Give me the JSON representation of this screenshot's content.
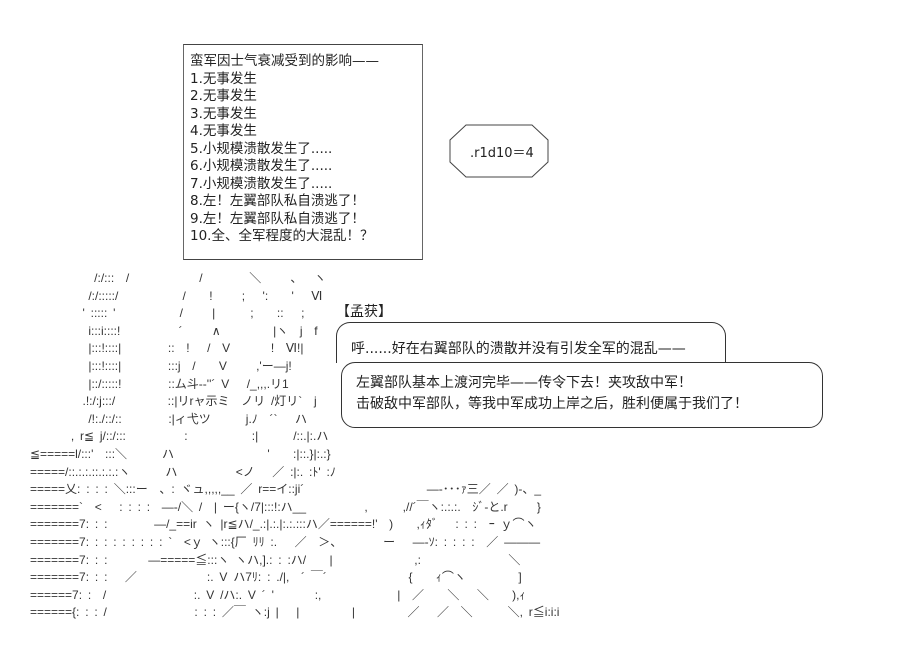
{
  "table_box": {
    "title": "蛮军因士气衰减受到的影响——",
    "items": [
      "1.无事发生",
      "2.无事发生",
      "3.无事发生",
      "4.无事发生",
      "5.小规模溃散发生了.....",
      "6.小规模溃散发生了.....",
      "7.小规模溃散发生了.....",
      "8.左！左翼部队私自溃逃了！",
      "9.左！左翼部队私自溃逃了！",
      "10.全、全军程度的大混乱！？"
    ]
  },
  "dice": {
    "text": ".r1d10＝4"
  },
  "speaker": "【孟获】",
  "bubble1": {
    "line": "呼......好在右翼部队的溃散并没有引发全军的混乱——"
  },
  "bubble2": {
    "lines": [
      "左翼部队基本上渡河完毕——传令下去！夹攻敌中军！",
      "击破敌中军部队，等我中军成功上岸之后，胜利便属于我们了！"
    ]
  },
  "art": {
    "lines": [
      "           /:/:::  /            /        ＼     、  ヽ",
      "          /:/:::::/           /    !     ;   ':    '   Ⅵ",
      "         ' ::::: '           /     |      ;    ::   ;",
      "          i:::i::::!          ´     ∧         |ヽ  j  f",
      "          |:::!::::|        ::  !   /  V       !  Ⅵ!|",
      "          |:::!::::|        :::j  /    V     ,'ー―j!",
      "          |::/:::::!        ::ム斗--''´ V   /_,,,.リ1",
      "         .!:/:j:::/         ::|リrャ示ミ  ノリ /灯リ`  j",
      "          /!:./::/::        :|ィ弋ツ      j.ﾉ  ´`   ハ",
      "       , r≦ j/::/:::          :           :|      /::.|:.ハ",
      "≦=====l/:::'  :::＼      ハ                '    :|::.}|:.:}",
      "=====/::.:.:.::.:.:.:ヽ      ハ          <ノ   ／ :|:. :ﾄ' :ﾉ",
      "=====乂: : : : ＼:::ー  、: ヾュ,,,,,__ ／ r==イ::ji´                     ―-･･･ｧ三／ ／ )-、_",
      "=======`  <   : : : :  ―-/＼ /  | ー{ヽ/7|:::!:ハ__          ,      ,//´￣ヽ:.:.:.  ｼﾞ-と.r     }",
      "=======7: : :        ―/_==ir ヽ |r≦ハ/_.:|.:.|:.:.:::ハ／======!'  )    ,ｨﾀﾞ   : : :  ｰ ｙ⌒ヽ",
      "=======7: : : : : : : : : `  <ｙ ヽ:::{厂 ﾘﾘ :.   ／  ＞、       ー   ―-ｿ: : : : :  ／ ―――",
      "=======7: : :       ―=====≦:::ヽ ヽハ,].: : :ハ/    |              ,:               ＼",
      "=======7: : :   ／            :. V ハ7ﾘ: : ./|,  ´ ￣´              {    ｨ⌒ヽ         ]",
      "======7: :  /               :. V /ハ:. V ´ '       :,             |  ／    ＼   ＼    ),ｨ",
      "======{: : : /               : : : ／￣ ヽ:j |   |         |         ／   ／  ＼      ＼, r≦i:i:i"
    ]
  }
}
